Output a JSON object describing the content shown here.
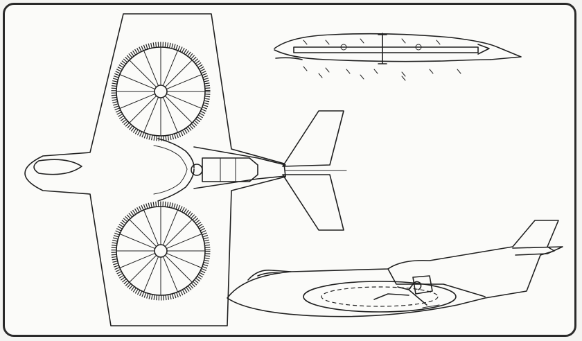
{
  "drawing": {
    "subject": "",
    "views": [
      "top-view",
      "side-section",
      "side-elevation"
    ],
    "fan_count": 2,
    "fan_spoke_count": 16
  },
  "colors": {
    "paper": "#fbfbf9",
    "ink": "#1f1f1f",
    "border": "#2a2a2a"
  }
}
